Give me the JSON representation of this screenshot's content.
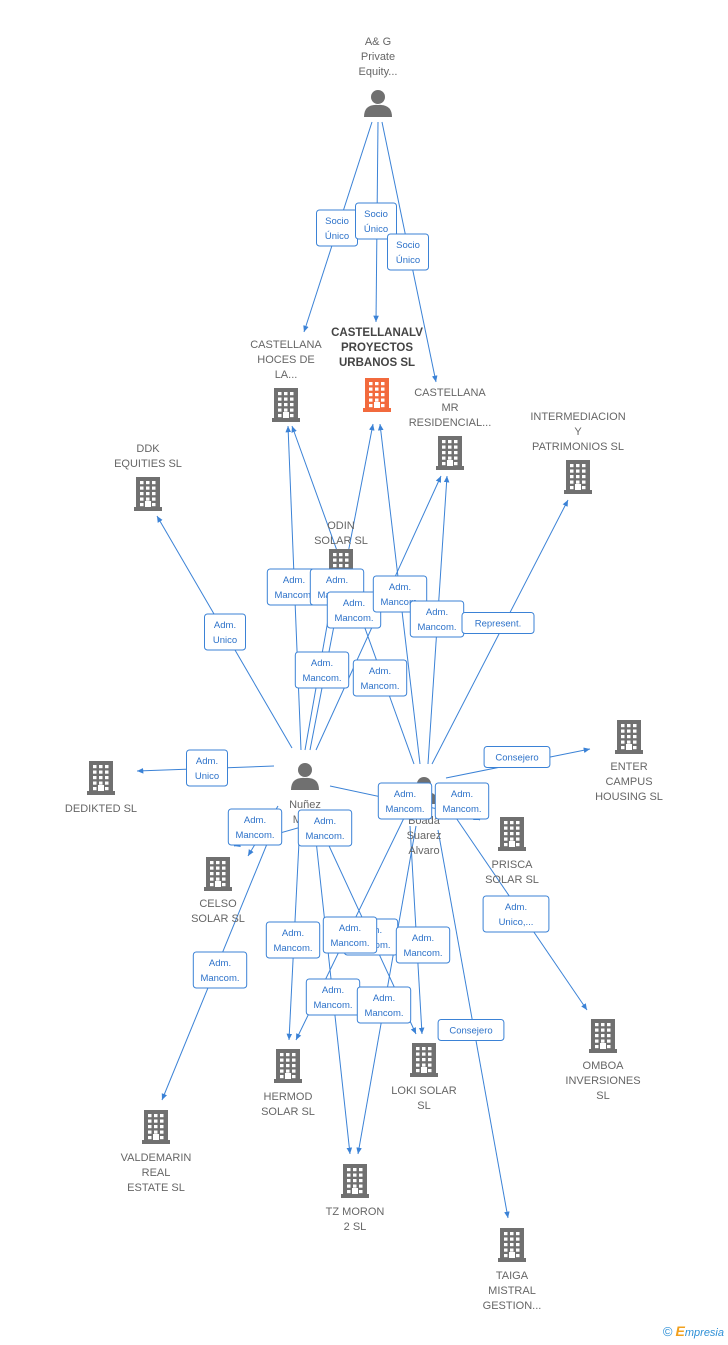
{
  "colors": {
    "edge": "#3b82d6",
    "company": "#707070",
    "main_company": "#f26a3d",
    "person": "#707070",
    "label": "#666666"
  },
  "nodes": [
    {
      "id": "ag",
      "type": "person",
      "label": [
        "A& G",
        "Private",
        "Equity..."
      ]
    },
    {
      "id": "castellanalv",
      "type": "company",
      "main": true,
      "label": [
        "CASTELLANALV",
        "PROYECTOS",
        "URBANOS  SL"
      ]
    },
    {
      "id": "hoces",
      "type": "company",
      "label": [
        "CASTELLANA",
        "HOCES DE",
        "LA..."
      ]
    },
    {
      "id": "mr",
      "type": "company",
      "label": [
        "CASTELLANA",
        "MR",
        "RESIDENCIAL..."
      ]
    },
    {
      "id": "intermed",
      "type": "company",
      "label": [
        "INTERMEDIACION",
        "Y",
        "PATRIMONIOS SL"
      ]
    },
    {
      "id": "ddk",
      "type": "company",
      "label": [
        "DDK",
        "EQUITIES  SL"
      ]
    },
    {
      "id": "odin",
      "type": "company",
      "label": [
        "ODIN",
        "SOLAR  SL"
      ]
    },
    {
      "id": "dedikted",
      "type": "company",
      "label": [
        "DEDIKTED SL"
      ]
    },
    {
      "id": "nunez",
      "type": "person",
      "label": [
        "Nuñez",
        "Mo...",
        "..."
      ]
    },
    {
      "id": "boada",
      "type": "person",
      "label": [
        "Boada",
        "Suarez",
        "Alvaro"
      ]
    },
    {
      "id": "enter",
      "type": "company",
      "label": [
        "ENTER",
        "CAMPUS",
        "HOUSING  SL"
      ]
    },
    {
      "id": "prisca",
      "type": "company",
      "label": [
        "PRISCA",
        "SOLAR  SL"
      ]
    },
    {
      "id": "celso",
      "type": "company",
      "label": [
        "CELSO",
        "SOLAR  SL"
      ]
    },
    {
      "id": "omboa",
      "type": "company",
      "label": [
        "OMBOA",
        "INVERSIONES",
        "SL"
      ]
    },
    {
      "id": "hermod",
      "type": "company",
      "label": [
        "HERMOD",
        "SOLAR  SL"
      ]
    },
    {
      "id": "loki",
      "type": "company",
      "label": [
        "LOKI SOLAR",
        "SL"
      ]
    },
    {
      "id": "valdemarin",
      "type": "company",
      "label": [
        "VALDEMARIN",
        "REAL",
        "ESTATE  SL"
      ]
    },
    {
      "id": "tzmoron",
      "type": "company",
      "label": [
        "TZ MORON",
        "2 SL"
      ]
    },
    {
      "id": "taiga",
      "type": "company",
      "label": [
        "TAIGA",
        "MISTRAL",
        "GESTION..."
      ]
    }
  ],
  "relations": [
    {
      "from": "ag",
      "to": "hoces",
      "label": [
        "Socio",
        "Único"
      ]
    },
    {
      "from": "ag",
      "to": "castellanalv",
      "label": [
        "Socio",
        "Único"
      ]
    },
    {
      "from": "ag",
      "to": "mr",
      "label": [
        "Socio",
        "Único"
      ]
    },
    {
      "from": "nunez",
      "to": "ddk",
      "label": [
        "Adm.",
        "Unico"
      ]
    },
    {
      "from": "nunez",
      "to": "dedikted",
      "label": [
        "Adm.",
        "Unico"
      ]
    },
    {
      "from": "nunez",
      "to": "hoces",
      "label": [
        "Adm.",
        "Mancom."
      ]
    },
    {
      "from": "nunez",
      "to": "odin",
      "label": [
        "Adm.",
        "Mancom."
      ]
    },
    {
      "from": "nunez",
      "to": "castellanalv",
      "label": [
        "Adm.",
        "Mancom."
      ]
    },
    {
      "from": "nunez",
      "to": "mr",
      "label": [
        "Adm.",
        "Mancom."
      ]
    },
    {
      "from": "boada",
      "to": "hoces",
      "label": [
        "Adm.",
        "Mancom."
      ]
    },
    {
      "from": "boada",
      "to": "castellanalv",
      "label": [
        "Adm.",
        "Mancom."
      ]
    },
    {
      "from": "boada",
      "to": "mr",
      "label": [
        "Adm.",
        "Mancom."
      ]
    },
    {
      "from": "boada",
      "to": "intermed",
      "label": [
        "Represent."
      ]
    },
    {
      "from": "boada",
      "to": "enter",
      "label": [
        "Consejero"
      ]
    },
    {
      "from": "nunez",
      "to": "prisca",
      "label": [
        "Adm.",
        "Mancom."
      ]
    },
    {
      "from": "boada",
      "to": "prisca",
      "label": [
        "Adm.",
        "Mancom."
      ]
    },
    {
      "from": "nunez",
      "to": "celso",
      "label": [
        "Adm.",
        "Mancom."
      ]
    },
    {
      "from": "boada",
      "to": "celso",
      "label": [
        "Adm.",
        "Mancom."
      ]
    },
    {
      "from": "boada",
      "to": "omboa",
      "label": [
        "Adm.",
        "Unico,..."
      ]
    },
    {
      "from": "nunez",
      "to": "valdemarin",
      "label": [
        "Adm.",
        "Mancom."
      ]
    },
    {
      "from": "nunez",
      "to": "hermod",
      "label": [
        "Adm.",
        "Mancom."
      ]
    },
    {
      "from": "boada",
      "to": "hermod",
      "label": [
        "Adm.",
        "Mancom."
      ]
    },
    {
      "from": "nunez",
      "to": "loki",
      "label": [
        "Adm.",
        "Mancom."
      ]
    },
    {
      "from": "boada",
      "to": "loki",
      "label": [
        "Adm.",
        "Mancom."
      ]
    },
    {
      "from": "nunez",
      "to": "tzmoron",
      "label": [
        "Adm.",
        "Mancom."
      ]
    },
    {
      "from": "boada",
      "to": "tzmoron",
      "label": [
        "Adm.",
        "Mancom."
      ]
    },
    {
      "from": "boada",
      "to": "taiga",
      "label": [
        "Consejero"
      ]
    }
  ],
  "footer": {
    "copyright": "©",
    "brand_initial": "E",
    "brand_rest": "mpresia"
  }
}
